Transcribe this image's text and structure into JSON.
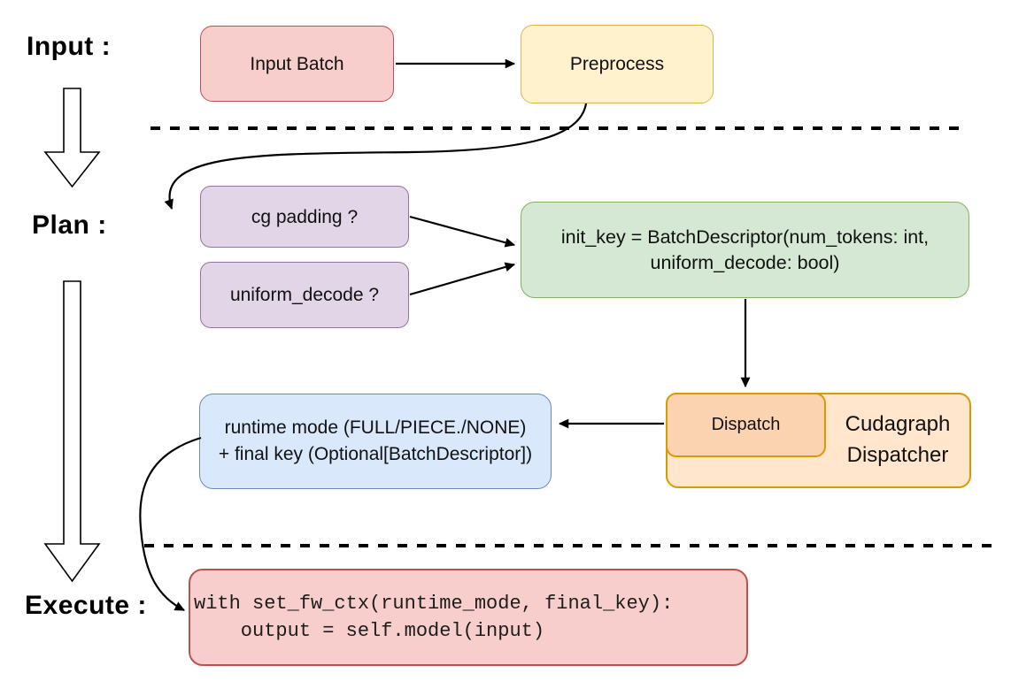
{
  "stages": {
    "input": "Input :",
    "plan": "Plan :",
    "execute": "Execute :"
  },
  "nodes": {
    "input_batch": {
      "label": "Input Batch",
      "fill": "#f8cecc",
      "stroke": "#b85450"
    },
    "preprocess": {
      "label": "Preprocess",
      "fill": "#fff2cc",
      "stroke": "#d6b656"
    },
    "cg_padding": {
      "label": "cg padding ?",
      "fill": "#e1d5e7",
      "stroke": "#9673a6"
    },
    "uniform_decode": {
      "label": "uniform_decode ?",
      "fill": "#e1d5e7",
      "stroke": "#9673a6"
    },
    "init_key": {
      "lines": [
        "init_key = BatchDescriptor(num_tokens: int,",
        "uniform_decode: bool)"
      ],
      "fill": "#d5e8d4",
      "stroke": "#82b366"
    },
    "dispatch": {
      "label": "Dispatch",
      "fill": "#fbd3b0",
      "stroke": "#d79b00"
    },
    "cudagraph_dispatcher": {
      "lines": [
        "Cudagraph",
        "Dispatcher"
      ],
      "fill": "#ffe6cc",
      "stroke": "#d79b00"
    },
    "runtime_mode": {
      "lines": [
        "runtime mode (FULL/PIECE./NONE)",
        "+ final key (Optional[BatchDescriptor])"
      ],
      "fill": "#dae8fc",
      "stroke": "#6c8ebf"
    },
    "execute_code": {
      "lines": [
        "with set_fw_ctx(runtime_mode, final_key):",
        "    output = self.model(input)"
      ],
      "fill": "#f8cecc",
      "stroke": "#b85450"
    }
  },
  "connectors": {
    "arrow_color": "#000000",
    "divider_color": "#000000"
  }
}
